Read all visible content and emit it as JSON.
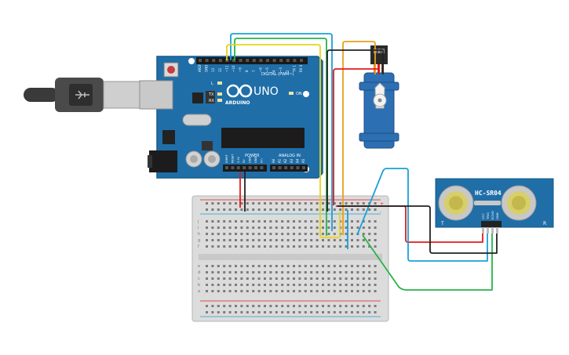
{
  "arduino": {
    "brand": "ARDUINO",
    "model": "UNO",
    "digital_header_label": "DIGITAL (PWM~)",
    "analog_header_label": "ANALOG IN",
    "power_header_label": "POWER",
    "digital_pins": [
      "AREF",
      "GND",
      "13",
      "12",
      "~11",
      "~10",
      "~9",
      "8",
      "7",
      "~6",
      "~5",
      "4",
      "~3",
      "2",
      "TX 1",
      "RX 0"
    ],
    "analog_pins": [
      "A0",
      "A1",
      "A2",
      "A3",
      "A4",
      "A5"
    ],
    "power_pins": [
      "IOREF",
      "RESET",
      "3.3V",
      "5V",
      "GND",
      "GND",
      "Vin"
    ],
    "led_labels": [
      "L",
      "TX",
      "RX",
      "ON"
    ],
    "color": "#1f6ea8"
  },
  "sensor": {
    "name": "HC-SR04",
    "pins": [
      "VCC",
      "TRIG",
      "ECHO",
      "GND"
    ],
    "corner_left": "T",
    "corner_right": "R"
  },
  "breadboard": {
    "row_letters_top": [
      "j",
      "i",
      "h",
      "g",
      "f"
    ],
    "row_letters_bottom": [
      "e",
      "d",
      "c",
      "b",
      "a"
    ],
    "column_count": 30,
    "rail_plus": "+",
    "rail_minus": "-"
  },
  "wire_colors": {
    "red": "#e01b1b",
    "black": "#222222",
    "blue": "#1aa0d8",
    "green": "#27b34a",
    "yellow": "#e8d31b",
    "orange": "#e87a1b"
  }
}
